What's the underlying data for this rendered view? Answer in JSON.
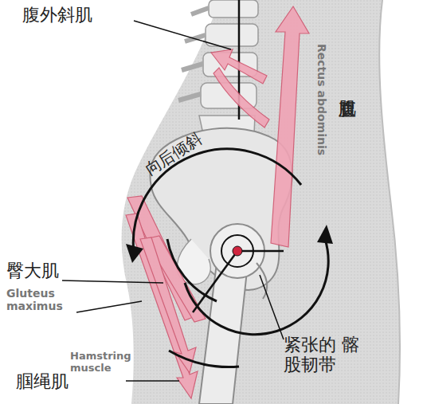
{
  "diagram": {
    "labels": [
      "腹外斜肌",
      "Rectus abdominis",
      "腹直肌",
      "向后倾斜",
      "臀大肌",
      "Gluteus maximus",
      "Hamstring muscle",
      "腘绳肌",
      "紧张的 髂股韧带"
    ]
  }
}
